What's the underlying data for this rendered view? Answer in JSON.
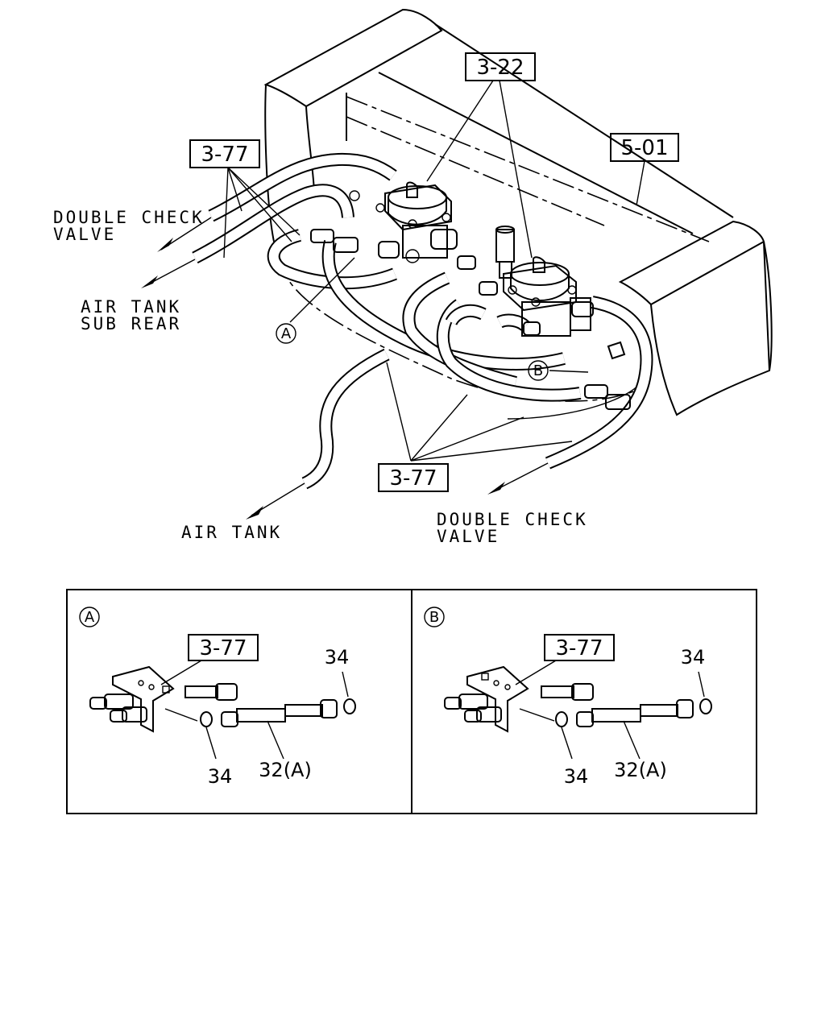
{
  "main_diagram": {
    "refs": {
      "ref_3_22": "3-22",
      "ref_5_01": "5-01",
      "ref_3_77_top": "3-77",
      "ref_3_77_bottom": "3-77"
    },
    "labels": {
      "double_check_valve_top_1": "DOUBLE CHECK",
      "double_check_valve_top_2": "VALVE",
      "air_tank_sub_rear_1": "AIR TANK",
      "air_tank_sub_rear_2": "SUB REAR",
      "air_tank": "AIR TANK",
      "double_check_valve_bottom_1": "DOUBLE CHECK",
      "double_check_valve_bottom_2": "VALVE"
    },
    "callouts": {
      "a": "A",
      "b": "B"
    }
  },
  "detail_a": {
    "marker": "A",
    "ref": "3-77",
    "part_34_top": "34",
    "part_34_bottom": "34",
    "part_32": "32(A)"
  },
  "detail_b": {
    "marker": "B",
    "ref": "3-77",
    "part_34_top": "34",
    "part_34_bottom": "34",
    "part_32": "32(A)"
  }
}
